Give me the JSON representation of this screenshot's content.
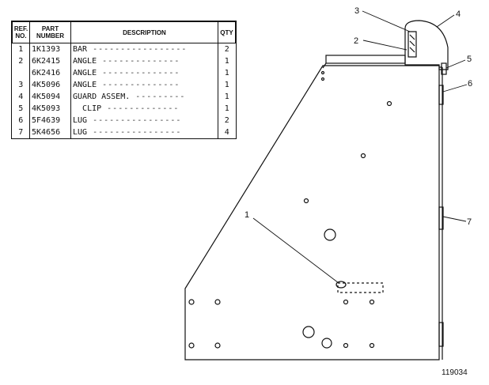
{
  "table": {
    "headers": {
      "ref": "REF. NO.",
      "part": "PART NUMBER",
      "description": "DESCRIPTION",
      "qty": "QTY"
    },
    "rows": [
      {
        "ref": "1",
        "part": "1K1393",
        "description": "BAR",
        "qty": "2"
      },
      {
        "ref": "2",
        "part": "6K2415",
        "description": "ANGLE",
        "qty": "1"
      },
      {
        "ref": "",
        "part": "6K2416",
        "description": "ANGLE",
        "qty": "1"
      },
      {
        "ref": "3",
        "part": "4K5096",
        "description": "ANGLE",
        "qty": "1"
      },
      {
        "ref": "4",
        "part": "4K5094",
        "description": "GUARD ASSEM.",
        "qty": "1"
      },
      {
        "ref": "5",
        "part": "4K5093",
        "description": "CLIP",
        "qty": "1"
      },
      {
        "ref": "6",
        "part": "5F4639",
        "description": "LUG",
        "qty": "2"
      },
      {
        "ref": "7",
        "part": "5K4656",
        "description": "LUG",
        "qty": "4"
      }
    ]
  },
  "callouts": {
    "c1": "1",
    "c2": "2",
    "c3": "3",
    "c4": "4",
    "c5": "5",
    "c6": "6",
    "c7": "7"
  },
  "figure_number": "119034"
}
